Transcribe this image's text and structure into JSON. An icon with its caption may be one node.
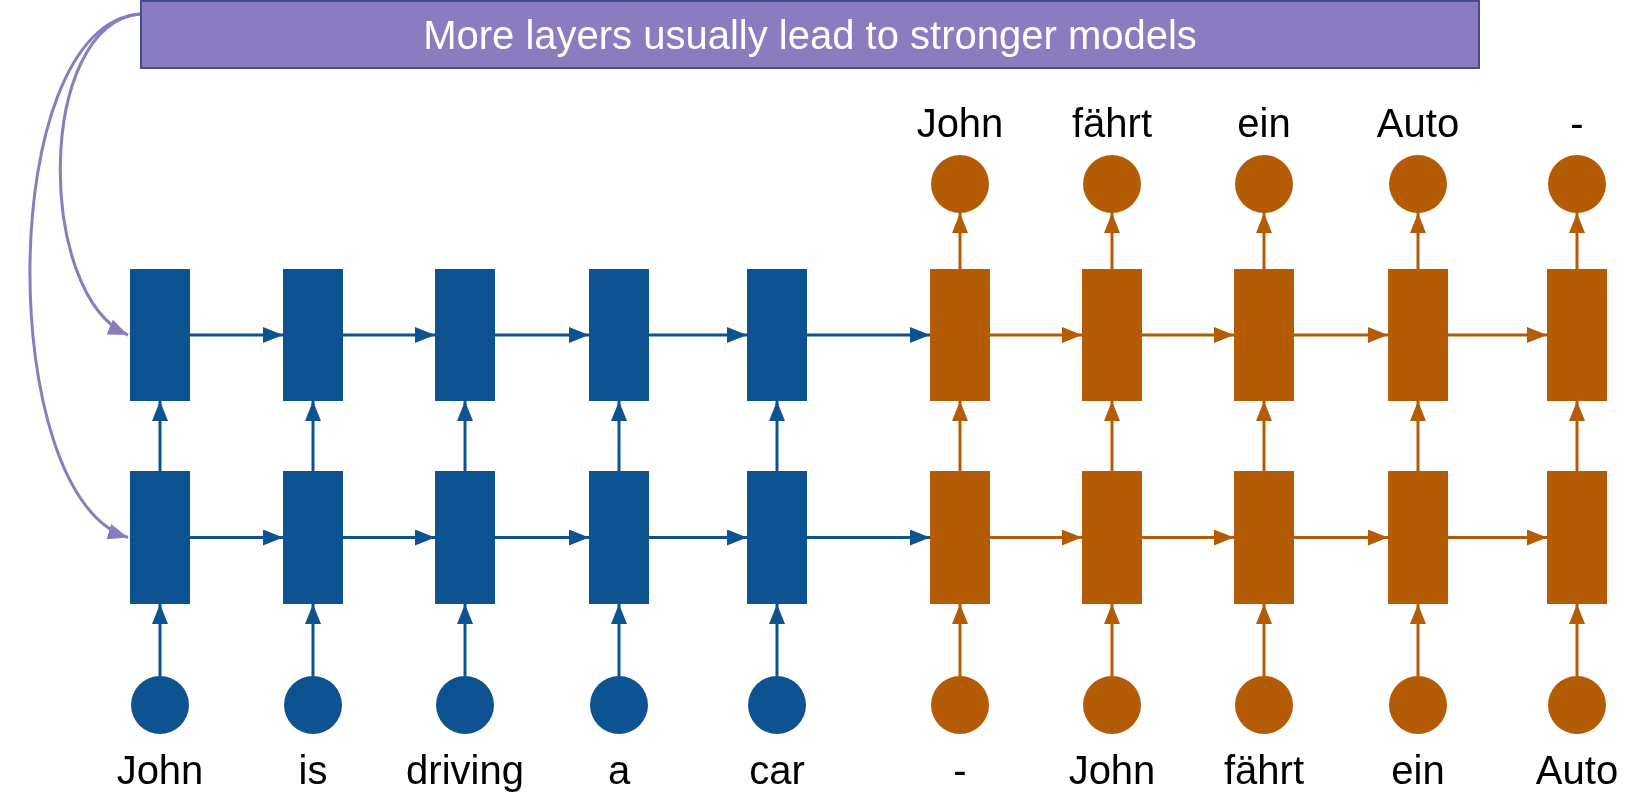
{
  "diagram": {
    "nodes": [
      {
        "text": [
          "More layers usually lead to stronger models"
        ]
      },
      {
        "text": [],
        "shape": "circle",
        "beside": [
          "John"
        ]
      },
      {
        "text": [],
        "shape": "circle",
        "beside": [
          "fährt"
        ]
      },
      {
        "text": [],
        "shape": "circle",
        "beside": [
          "ein"
        ]
      },
      {
        "text": [],
        "shape": "circle",
        "beside": [
          "Auto"
        ]
      },
      {
        "text": [],
        "shape": "circle",
        "beside": [
          "-"
        ]
      },
      {
        "text": [],
        "shape": "box"
      },
      {
        "text": [],
        "shape": "box"
      },
      {
        "text": [],
        "shape": "box"
      },
      {
        "text": [],
        "shape": "box"
      },
      {
        "text": [],
        "shape": "box"
      },
      {
        "text": [],
        "shape": "box"
      },
      {
        "text": [],
        "shape": "box"
      },
      {
        "text": [],
        "shape": "box"
      },
      {
        "text": [],
        "shape": "box"
      },
      {
        "text": [],
        "shape": "box"
      },
      {
        "text": [],
        "shape": "box"
      },
      {
        "text": [],
        "shape": "box"
      },
      {
        "text": [],
        "shape": "box"
      },
      {
        "text": [],
        "shape": "box"
      },
      {
        "text": [],
        "shape": "box"
      },
      {
        "text": [],
        "shape": "box"
      },
      {
        "text": [],
        "shape": "box"
      },
      {
        "text": [],
        "shape": "box"
      },
      {
        "text": [],
        "shape": "box"
      },
      {
        "text": [],
        "shape": "box"
      },
      {
        "text": [],
        "shape": "circle",
        "beside": [
          "John"
        ]
      },
      {
        "text": [],
        "shape": "circle",
        "beside": [
          "is"
        ]
      },
      {
        "text": [],
        "shape": "circle",
        "beside": [
          "driving"
        ]
      },
      {
        "text": [],
        "shape": "circle",
        "beside": [
          "a"
        ]
      },
      {
        "text": [],
        "shape": "circle",
        "beside": [
          "car"
        ]
      },
      {
        "text": [],
        "shape": "circle",
        "beside": [
          "-"
        ]
      },
      {
        "text": [],
        "shape": "circle",
        "beside": [
          "John"
        ]
      },
      {
        "text": [],
        "shape": "circle",
        "beside": [
          "fährt"
        ]
      },
      {
        "text": [],
        "shape": "circle",
        "beside": [
          "ein"
        ]
      },
      {
        "text": [],
        "shape": "circle",
        "beside": [
          "Auto"
        ]
      }
    ],
    "edges": [
      {
        "from": 0,
        "to": 6,
        "arrow": "to",
        "color": "#8b7cc0"
      },
      {
        "from": 0,
        "to": 16,
        "arrow": "to",
        "color": "#8b7cc0"
      },
      {
        "from": 6,
        "to": 7,
        "arrow": "to",
        "color": "#0d5392"
      },
      {
        "from": 7,
        "to": 8,
        "arrow": "to",
        "color": "#0d5392"
      },
      {
        "from": 8,
        "to": 9,
        "arrow": "to",
        "color": "#0d5392"
      },
      {
        "from": 9,
        "to": 10,
        "arrow": "to",
        "color": "#0d5392"
      },
      {
        "from": 10,
        "to": 11,
        "arrow": "to",
        "color": "#0d5392"
      },
      {
        "from": 11,
        "to": 12,
        "arrow": "to"
      },
      {
        "from": 12,
        "to": 13,
        "arrow": "to"
      },
      {
        "from": 13,
        "to": 14,
        "arrow": "to"
      },
      {
        "from": 14,
        "to": 15,
        "arrow": "to"
      },
      {
        "from": 16,
        "to": 17,
        "arrow": "to",
        "color": "#0d5392"
      },
      {
        "from": 17,
        "to": 18,
        "arrow": "to",
        "color": "#0d5392"
      },
      {
        "from": 18,
        "to": 19,
        "arrow": "to",
        "color": "#0d5392"
      },
      {
        "from": 19,
        "to": 20,
        "arrow": "to",
        "color": "#0d5392"
      },
      {
        "from": 20,
        "to": 21,
        "arrow": "to",
        "color": "#0d5392"
      },
      {
        "from": 21,
        "to": 22,
        "arrow": "to"
      },
      {
        "from": 22,
        "to": 23,
        "arrow": "to"
      },
      {
        "from": 23,
        "to": 24,
        "arrow": "to"
      },
      {
        "from": 24,
        "to": 25,
        "arrow": "to"
      },
      {
        "from": 26,
        "to": 16,
        "arrow": "to",
        "color": "#0d5392"
      },
      {
        "from": 27,
        "to": 17,
        "arrow": "to",
        "color": "#0d5392"
      },
      {
        "from": 28,
        "to": 18,
        "arrow": "to",
        "color": "#0d5392"
      },
      {
        "from": 29,
        "to": 19,
        "arrow": "to",
        "color": "#0d5392"
      },
      {
        "from": 30,
        "to": 20,
        "arrow": "to",
        "color": "#0d5392"
      },
      {
        "from": 31,
        "to": 21,
        "arrow": "to"
      },
      {
        "from": 32,
        "to": 22,
        "arrow": "to"
      },
      {
        "from": 33,
        "to": 23,
        "arrow": "to"
      },
      {
        "from": 34,
        "to": 24,
        "arrow": "to"
      },
      {
        "from": 35,
        "to": 25,
        "arrow": "to"
      },
      {
        "from": 16,
        "to": 6,
        "arrow": "to",
        "color": "#0d5392"
      },
      {
        "from": 17,
        "to": 7,
        "arrow": "to",
        "color": "#0d5392"
      },
      {
        "from": 18,
        "to": 8,
        "arrow": "to",
        "color": "#0d5392"
      },
      {
        "from": 19,
        "to": 9,
        "arrow": "to",
        "color": "#0d5392"
      },
      {
        "from": 20,
        "to": 10,
        "arrow": "to",
        "color": "#0d5392"
      },
      {
        "from": 21,
        "to": 11,
        "arrow": "to"
      },
      {
        "from": 22,
        "to": 12,
        "arrow": "to"
      },
      {
        "from": 23,
        "to": 13,
        "arrow": "to"
      },
      {
        "from": 24,
        "to": 14,
        "arrow": "to"
      },
      {
        "from": 25,
        "to": 15,
        "arrow": "to"
      },
      {
        "from": 11,
        "to": 1,
        "arrow": "to"
      },
      {
        "from": 12,
        "to": 2,
        "arrow": "to"
      },
      {
        "from": 13,
        "to": 3,
        "arrow": "to"
      },
      {
        "from": 14,
        "to": 4,
        "arrow": "to"
      },
      {
        "from": 15,
        "to": 5,
        "arrow": "to"
      }
    ]
  }
}
